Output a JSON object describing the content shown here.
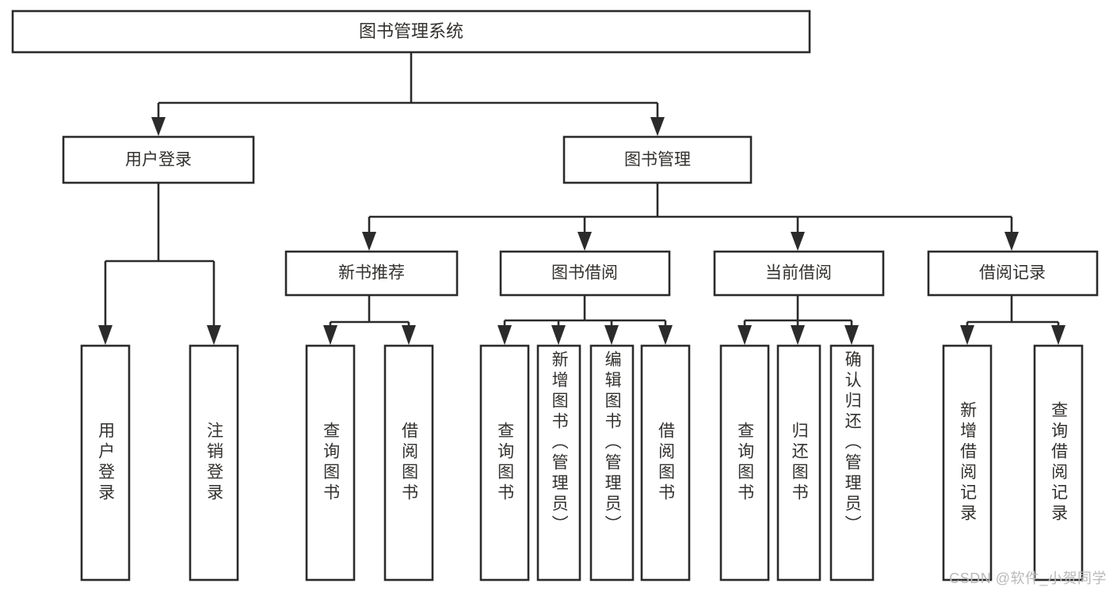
{
  "diagram": {
    "type": "hierarchy-tree",
    "title": "图书管理系统",
    "orientation": "top-down",
    "colors": {
      "box_stroke": "#2b2b2b",
      "box_fill": "#ffffff",
      "connector": "#2b2b2b",
      "text": "#33312f",
      "background": "#ffffff",
      "watermark": "#b9b9b9"
    },
    "levels": {
      "root": "图书管理系统",
      "level2": [
        "用户登录",
        "图书管理"
      ],
      "level3": [
        "新书推荐",
        "图书借阅",
        "当前借阅",
        "借阅记录"
      ]
    },
    "nodes": {
      "root": {
        "label": "图书管理系统"
      },
      "user_login": {
        "label": "用户登录"
      },
      "book_manage": {
        "label": "图书管理"
      },
      "new_book_rec": {
        "label": "新书推荐"
      },
      "book_borrow": {
        "label": "图书借阅"
      },
      "current_borrow": {
        "label": "当前借阅"
      },
      "borrow_record": {
        "label": "借阅记录"
      },
      "leaf_1": {
        "label": "用户登录"
      },
      "leaf_2": {
        "label": "注销登录"
      },
      "leaf_3": {
        "label": "查询图书"
      },
      "leaf_4": {
        "label": "借阅图书"
      },
      "leaf_5": {
        "label": "查询图书"
      },
      "leaf_6": {
        "label": "新增图书（管理员）"
      },
      "leaf_7": {
        "label": "编辑图书（管理员）"
      },
      "leaf_8": {
        "label": "借阅图书"
      },
      "leaf_9": {
        "label": "查询图书"
      },
      "leaf_10": {
        "label": "归还图书"
      },
      "leaf_11": {
        "label": "确认归还（管理员）"
      },
      "leaf_12": {
        "label": "新增借阅记录"
      },
      "leaf_13": {
        "label": "查询借阅记录"
      }
    },
    "edges": [
      {
        "from": "root",
        "to": "user_login"
      },
      {
        "from": "root",
        "to": "book_manage"
      },
      {
        "from": "user_login",
        "to": "leaf_1"
      },
      {
        "from": "user_login",
        "to": "leaf_2"
      },
      {
        "from": "book_manage",
        "to": "new_book_rec"
      },
      {
        "from": "book_manage",
        "to": "book_borrow"
      },
      {
        "from": "book_manage",
        "to": "current_borrow"
      },
      {
        "from": "book_manage",
        "to": "borrow_record"
      },
      {
        "from": "new_book_rec",
        "to": "leaf_3"
      },
      {
        "from": "new_book_rec",
        "to": "leaf_4"
      },
      {
        "from": "book_borrow",
        "to": "leaf_5"
      },
      {
        "from": "book_borrow",
        "to": "leaf_6"
      },
      {
        "from": "book_borrow",
        "to": "leaf_7"
      },
      {
        "from": "book_borrow",
        "to": "leaf_8"
      },
      {
        "from": "current_borrow",
        "to": "leaf_9"
      },
      {
        "from": "current_borrow",
        "to": "leaf_10"
      },
      {
        "from": "current_borrow",
        "to": "leaf_11"
      },
      {
        "from": "borrow_record",
        "to": "leaf_12"
      },
      {
        "from": "borrow_record",
        "to": "leaf_13"
      }
    ]
  },
  "watermark": {
    "text": "CSDN @软件_小贺同学"
  }
}
